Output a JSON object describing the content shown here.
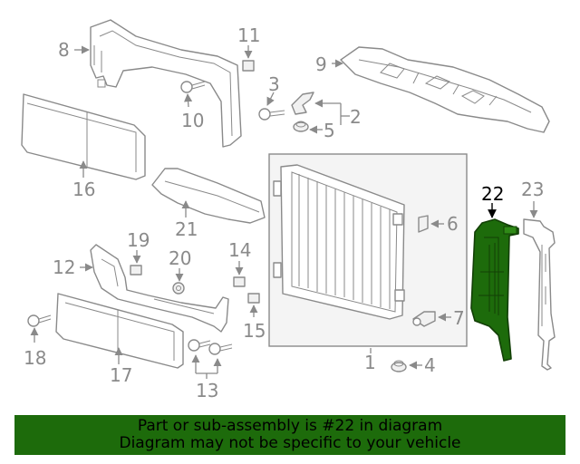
{
  "colors": {
    "line": "#8a8a8a",
    "highlight_part": "#1d6b0b",
    "highlight_dark": "#123f06",
    "banner_bg": "#1d6b0b",
    "banner_text": "#000000",
    "group_box_bg": "#f4f4f4"
  },
  "highlighted_part": "22",
  "callouts": {
    "c1": "1",
    "c2": "2",
    "c3": "3",
    "c4": "4",
    "c5": "5",
    "c6": "6",
    "c7": "7",
    "c8": "8",
    "c9": "9",
    "c10": "10",
    "c11": "11",
    "c12": "12",
    "c13": "13",
    "c14": "14",
    "c15": "15",
    "c16": "16",
    "c17": "17",
    "c18": "18",
    "c19": "19",
    "c20": "20",
    "c21": "21",
    "c22": "22",
    "c23": "23"
  },
  "banner": {
    "line1": "Part or sub-assembly is #22 in diagram",
    "line2": "Diagram may not be specific to your vehicle"
  }
}
